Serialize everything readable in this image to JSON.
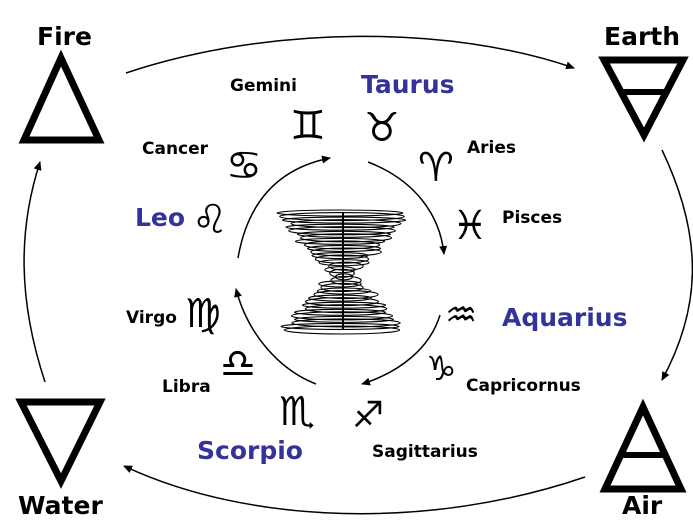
{
  "elements": {
    "fire": "Fire",
    "earth": "Earth",
    "water": "Water",
    "air": "Air"
  },
  "signs": {
    "gemini": "Gemini",
    "taurus": "Taurus",
    "aries": "Aries",
    "pisces": "Pisces",
    "aquarius": "Aquarius",
    "capricornus": "Capricornus",
    "sagittarius": "Sagittarius",
    "scorpio": "Scorpio",
    "libra": "Libra",
    "virgo": "Virgo",
    "leo": "Leo",
    "cancer": "Cancer"
  },
  "glyphs": {
    "gemini": "♊",
    "taurus": "♉",
    "aries": "♈",
    "pisces": "♓",
    "aquarius": "♒",
    "capricornus": "♑",
    "sagittarius": "♐",
    "scorpio": "♏",
    "libra": "♎",
    "virgo": "♍",
    "leo": "♌",
    "cancer": "♋"
  },
  "colors": {
    "highlight": "#333399",
    "text": "#000000"
  }
}
